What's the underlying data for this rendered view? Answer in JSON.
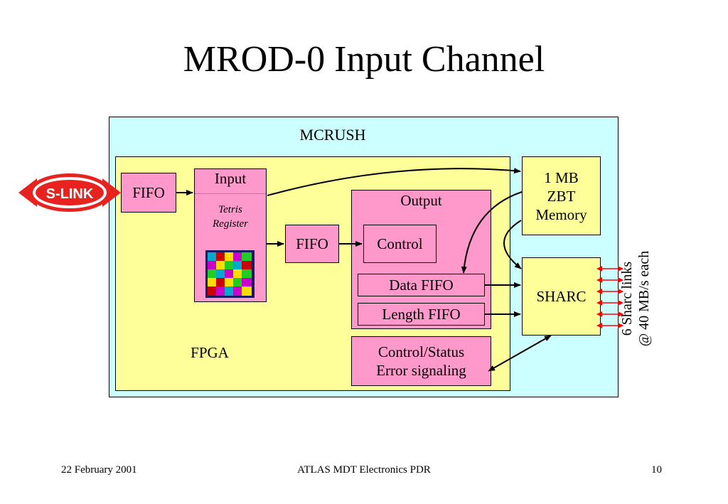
{
  "title": "MROD-0 Input Channel",
  "slink_logo": {
    "text": "S-LINK",
    "color": "#e8231f"
  },
  "mcrush": {
    "label": "MCRUSH"
  },
  "fpga": {
    "label": "FPGA"
  },
  "input_fifo": {
    "label": "FIFO"
  },
  "input_block": {
    "label": "Input",
    "sub_line1": "Tetris",
    "sub_line2": "Register"
  },
  "mid_fifo": {
    "label": "FIFO"
  },
  "output_block": {
    "label": "Output",
    "control": "Control",
    "data_fifo": "Data FIFO",
    "length_fifo": "Length FIFO"
  },
  "control_status": {
    "line1": "Control/Status",
    "line2": "Error signaling"
  },
  "zbt_memory": {
    "line1": "1 MB",
    "line2": "ZBT",
    "line3": "Memory"
  },
  "sharc": {
    "label": "SHARC"
  },
  "links": {
    "line1": "6 Sharc links",
    "line2": "@ 40 MB/s each"
  },
  "footer": {
    "date": "22 February 2001",
    "center": "ATLAS MDT Electronics PDR",
    "page": "10"
  },
  "colors": {
    "mcrush_bg": "#ccffff",
    "fpga_bg": "#ffff99",
    "block_bg": "#ff99cc",
    "link_arrows": "#ff0000"
  }
}
